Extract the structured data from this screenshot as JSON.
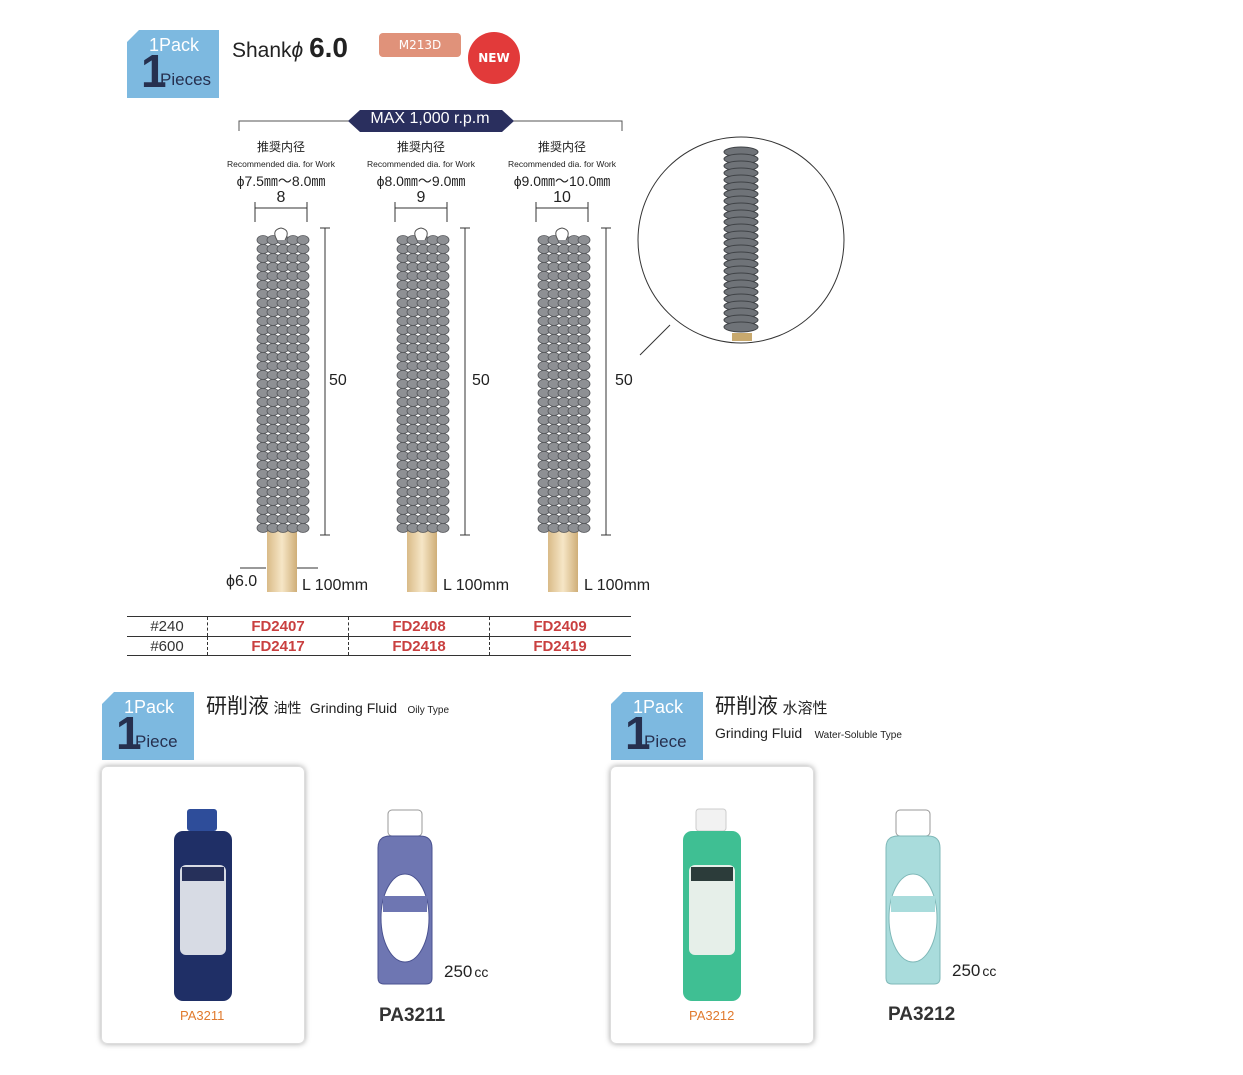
{
  "header": {
    "pack_label": "1Pack",
    "pack_count": "1",
    "pack_unit": "Pieces",
    "title": "Shank",
    "phi": "ϕ",
    "shank_dia": "6.0",
    "model_badge": "M213D",
    "new_badge": "NEW",
    "max_speed": "MAX 1,000 r.p.m"
  },
  "columns": [
    {
      "jp": "推奨内径",
      "en": "Recommended dia. for Work",
      "range": "ϕ7.5㎜～8.0㎜",
      "size": "8",
      "length_dim": "50",
      "shank_length": "L 100mm"
    },
    {
      "jp": "推奨内径",
      "en": "Recommended dia. for Work",
      "range": "ϕ8.0㎜～9.0㎜",
      "size": "9",
      "length_dim": "50",
      "shank_length": "L 100mm"
    },
    {
      "jp": "推奨内径",
      "en": "Recommended dia. for Work",
      "range": "ϕ9.0㎜～10.0㎜",
      "size": "10",
      "length_dim": "50",
      "shank_length": "L 100mm"
    }
  ],
  "shank_dim": "ϕ6.0",
  "table": [
    {
      "grit": "#240",
      "codes": [
        "FD2407",
        "FD2408",
        "FD2409"
      ]
    },
    {
      "grit": "#600",
      "codes": [
        "FD2417",
        "FD2418",
        "FD2419"
      ]
    }
  ],
  "fluids": [
    {
      "pack_label": "1Pack",
      "pack_count": "1",
      "pack_unit": "Piece",
      "title_jp": "研削液",
      "type_jp": "油性",
      "title_en": "Grinding Fluid",
      "type_en": "Oily Type",
      "photo_code": "PA3211",
      "volume": "250",
      "volume_unit": "cc",
      "code": "PA3211",
      "color": "#2c3f7a"
    },
    {
      "pack_label": "1Pack",
      "pack_count": "1",
      "pack_unit": "Piece",
      "title_jp": "研削液",
      "type_jp": "水溶性",
      "title_en": "Grinding Fluid",
      "type_en": "Water-Soluble Type",
      "photo_code": "PA3212",
      "volume": "250",
      "volume_unit": "cc",
      "code": "PA3212",
      "color": "#4cc49a"
    }
  ]
}
